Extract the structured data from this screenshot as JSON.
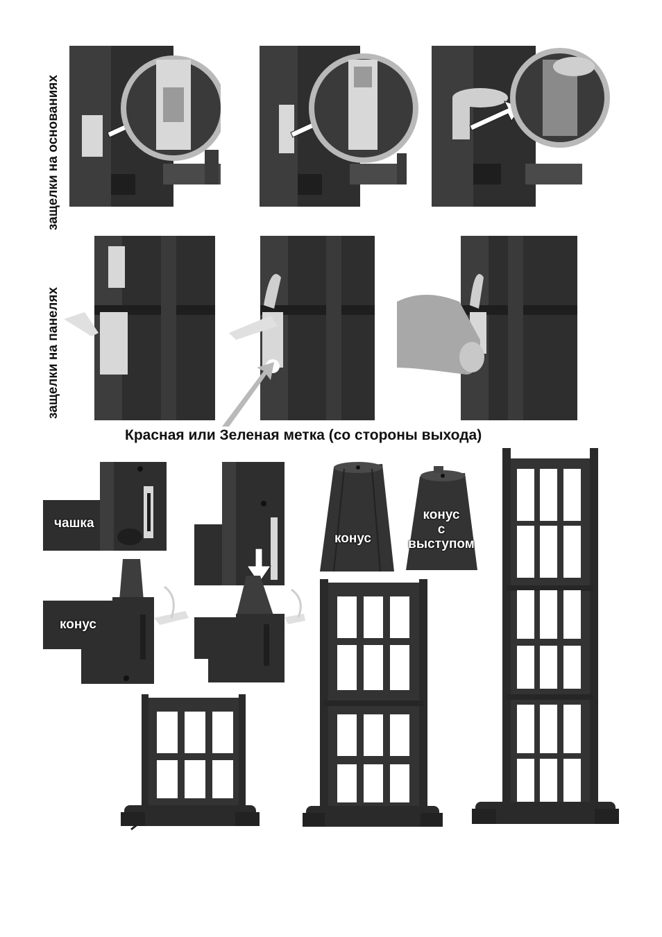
{
  "labels": {
    "base_latches": "защелки на основаниях",
    "panel_latches": "защелки на панелях",
    "mark_caption": "Красная или Зеленая метка (со стороны выхода)",
    "cup": "чашка",
    "cone_joint": "конус",
    "cone_plain": "конус",
    "cone_tab_line1": "конус",
    "cone_tab_line2": "с",
    "cone_tab_line3": "выступом"
  },
  "colors": {
    "body_dark": "#2e2e2e",
    "body_mid": "#4a4a4a",
    "ring_gray": "#b9b9b9",
    "metal": "#d8d8d8",
    "arrow": "#ffffff",
    "text": "#111111"
  }
}
